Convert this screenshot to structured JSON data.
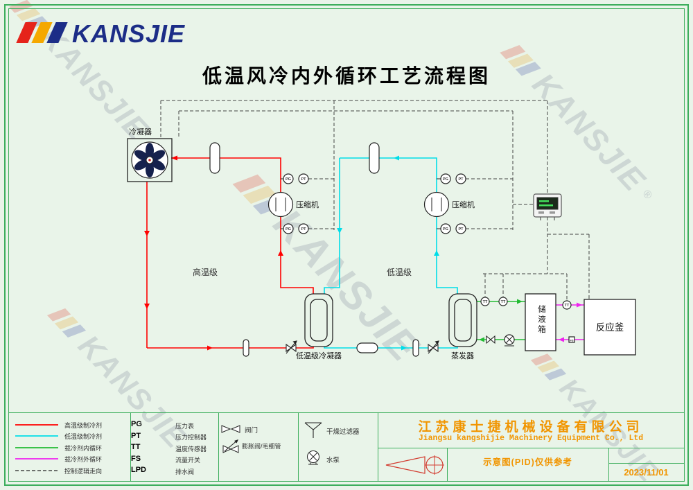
{
  "title": "低温风冷内外循环工艺流程图",
  "logo": {
    "brand": "KANSJIE"
  },
  "watermark": {
    "text": "KANSJIE",
    "registered": "®"
  },
  "diagram": {
    "labels": {
      "condenser": "冷凝器",
      "compressor": "压缩机",
      "high_stage": "高温级",
      "low_stage": "低温级",
      "cascade_condenser": "低温级冷凝器",
      "evaporator": "蒸发器",
      "storage_tank": "储液箱",
      "reactor": "反应釜"
    },
    "sensors": {
      "pg": "PG",
      "pt": "PT",
      "tt": "TT",
      "fs": "FS"
    },
    "colors": {
      "high_refrigerant": "#ff0000",
      "low_refrigerant": "#00dde8",
      "coolant_internal": "#22bb33",
      "coolant_external": "#ee22ee",
      "control": "#444444"
    }
  },
  "legend": {
    "lines": [
      {
        "label": "高温级制冷剂",
        "color": "#ff0000",
        "style": "solid"
      },
      {
        "label": "低温级制冷剂",
        "color": "#00dde8",
        "style": "solid"
      },
      {
        "label": "载冷剂内循环",
        "color": "#22bb33",
        "style": "solid"
      },
      {
        "label": "载冷剂外循环",
        "color": "#ee22ee",
        "style": "solid"
      },
      {
        "label": "控制逻辑走向",
        "color": "#444444",
        "style": "dashed"
      }
    ],
    "abbr": [
      {
        "code": "PG",
        "meaning": "压力表"
      },
      {
        "code": "PT",
        "meaning": "压力控制器"
      },
      {
        "code": "TT",
        "meaning": "温度传感器"
      },
      {
        "code": "FS",
        "meaning": "流量开关"
      },
      {
        "code": "LPD",
        "meaning": "排水阀"
      }
    ],
    "symbols": [
      {
        "label": "阀门"
      },
      {
        "label": "膨胀阀/毛细管"
      },
      {
        "label": "干燥过滤器"
      },
      {
        "label": "水泵"
      }
    ]
  },
  "footer": {
    "company_cn": "江苏康士捷机械设备有限公司",
    "company_en": "Jiangsu kangshijie Machinery Equipment Co., Ltd",
    "note": "示意图(PID)仅供参考",
    "date": "2023/11/01"
  }
}
